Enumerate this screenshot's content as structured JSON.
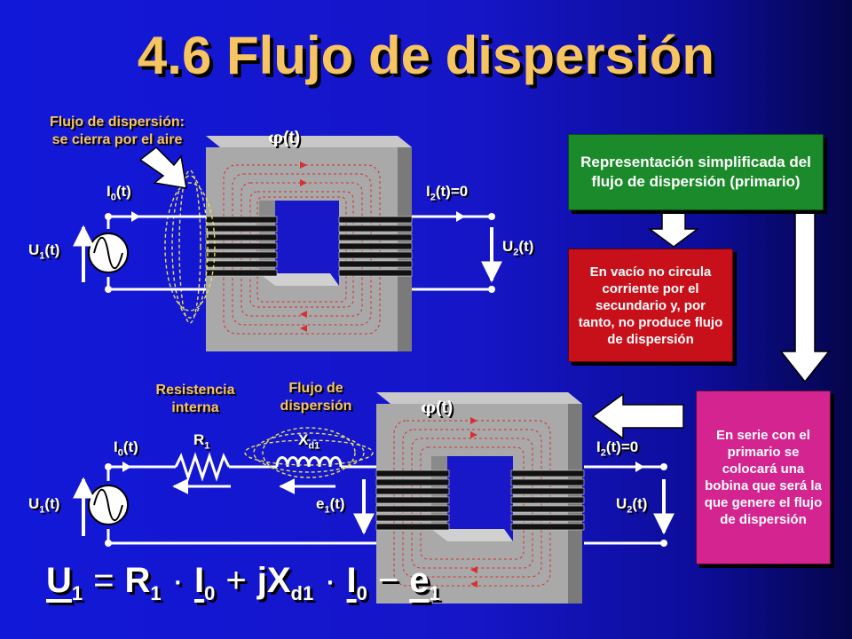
{
  "title": "4.6 Flujo de dispersión",
  "top_circuit": {
    "leak_note": [
      "Flujo de dispersión:",
      "se cierra por el aire"
    ],
    "phi": "(t)",
    "phi_symbol": "φ",
    "i0": {
      "base": "I",
      "sub": "0",
      "rest": "(t)"
    },
    "i2": {
      "base": "I",
      "sub": "2",
      "rest": "(t)=0"
    },
    "u1": {
      "base": "U",
      "sub": "1",
      "rest": "(t)"
    },
    "u2": {
      "base": "U",
      "sub": "2",
      "rest": "(t)"
    }
  },
  "bottom_circuit": {
    "resistencia_label": [
      "Resistencia",
      "interna"
    ],
    "flujo_label": [
      "Flujo de",
      "dispersión"
    ],
    "phi": "(t)",
    "phi_symbol": "φ",
    "r1": {
      "base": "R",
      "sub": "1"
    },
    "xd1": {
      "base": "X",
      "sub": "d1"
    },
    "i0": {
      "base": "I",
      "sub": "0",
      "rest": "(t)"
    },
    "i2": {
      "base": "I",
      "sub": "2",
      "rest": "(t)=0"
    },
    "u1": {
      "base": "U",
      "sub": "1",
      "rest": "(t)"
    },
    "u2": {
      "base": "U",
      "sub": "2",
      "rest": "(t)"
    },
    "e1": {
      "base": "e",
      "sub": "1",
      "rest": "(t)"
    }
  },
  "green_box": "Representación simplificada del flujo de dispersión (primario)",
  "red_box": "En vacío no circula corriente por el secundario y, por tanto, no produce flujo de dispersión",
  "pink_box": "En serie con el primario se colocará una bobina que será la que genere el flujo de dispersión",
  "equation": {
    "u": "U",
    "u_sub": "1",
    "eq": "=",
    "r": "R",
    "r_sub": "1",
    "dot1": "·",
    "i": "I",
    "i_sub": "0",
    "plus": "+",
    "jx": "jX",
    "jx_sub": "d1",
    "dot2": "·",
    "i2": "I",
    "i2_sub": "0",
    "minus": "−",
    "e": "e",
    "e_sub": "1"
  },
  "colors": {
    "title": "#f6c460",
    "green_box": "#1a8a2a",
    "red_box": "#c8101a",
    "pink_box": "#d4248f",
    "core": "#a9a9a9",
    "window": "#1818c8"
  }
}
